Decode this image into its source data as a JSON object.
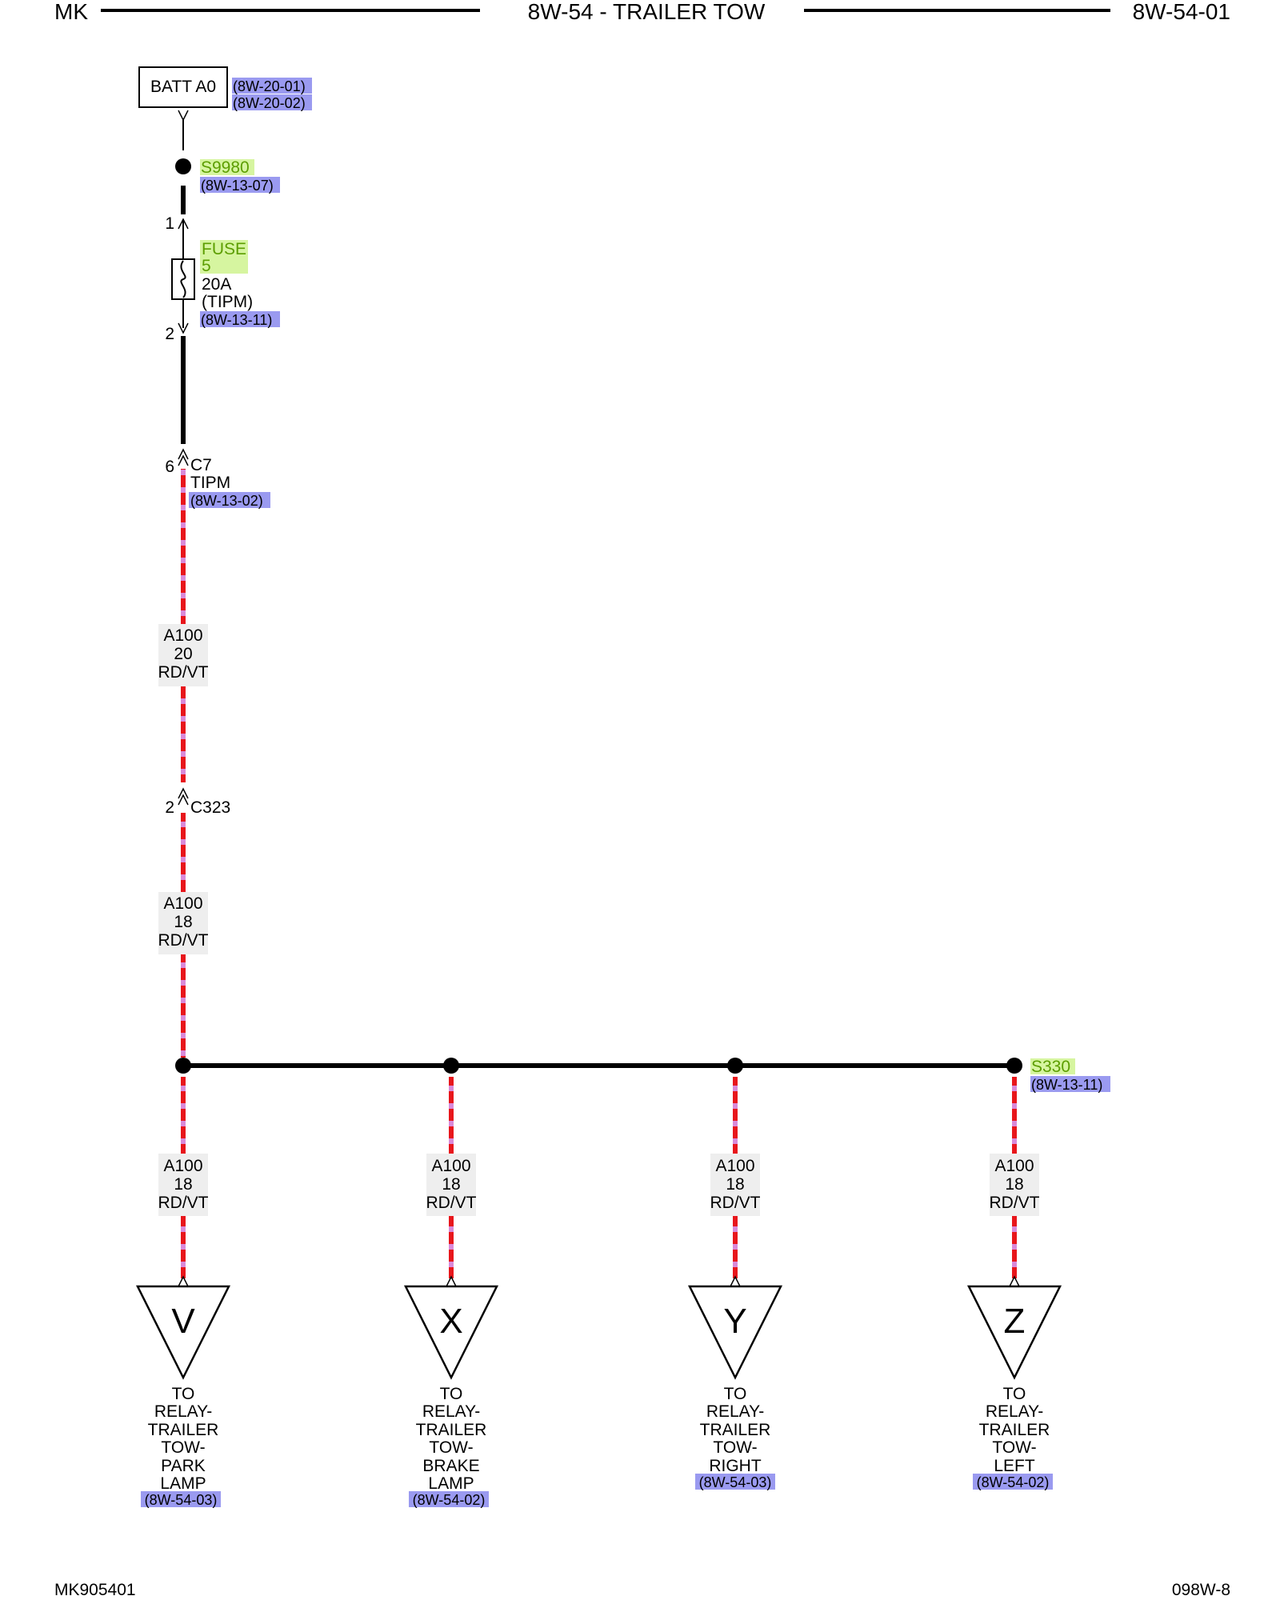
{
  "header": {
    "left": "MK",
    "title": "8W-54 - TRAILER TOW",
    "right": "8W-54-01"
  },
  "footer": {
    "left": "MK905401",
    "right": "098W-8"
  },
  "batt": {
    "label": "BATT A0",
    "ref1": "(8W-20-01)",
    "ref2": "(8W-20-02)"
  },
  "splice_top": {
    "id": "S9980",
    "ref": "(8W-13-07)"
  },
  "fuse": {
    "pin_in": "1",
    "pin_out": "2",
    "name": "FUSE",
    "number": "5",
    "rating": "20A",
    "location": "(TIPM)",
    "ref": "(8W-13-11)"
  },
  "c7": {
    "pin": "6",
    "connector": "C7",
    "module": "TIPM",
    "ref": "(8W-13-02)"
  },
  "wire1": {
    "circuit": "A100",
    "gauge": "20",
    "color": "RD/VT"
  },
  "c323": {
    "pin": "2",
    "connector": "C323"
  },
  "wire2": {
    "circuit": "A100",
    "gauge": "18",
    "color": "RD/VT"
  },
  "splice_bottom": {
    "id": "S330",
    "ref": "(8W-13-11)"
  },
  "branches": [
    {
      "circuit": "A100",
      "gauge": "18",
      "color": "RD/VT",
      "letter": "V",
      "dest": [
        "TO",
        "RELAY-",
        "TRAILER",
        "TOW-",
        "PARK",
        "LAMP"
      ],
      "ref": "(8W-54-03)"
    },
    {
      "circuit": "A100",
      "gauge": "18",
      "color": "RD/VT",
      "letter": "X",
      "dest": [
        "TO",
        "RELAY-",
        "TRAILER",
        "TOW-",
        "BRAKE",
        "LAMP"
      ],
      "ref": "(8W-54-02)"
    },
    {
      "circuit": "A100",
      "gauge": "18",
      "color": "RD/VT",
      "letter": "Y",
      "dest": [
        "TO",
        "RELAY-",
        "TRAILER",
        "TOW-",
        "RIGHT"
      ],
      "ref": "(8W-54-03)"
    },
    {
      "circuit": "A100",
      "gauge": "18",
      "color": "RD/VT",
      "letter": "Z",
      "dest": [
        "TO",
        "RELAY-",
        "TRAILER",
        "TOW-",
        "LEFT"
      ],
      "ref": "(8W-54-02)"
    }
  ],
  "colors": {
    "wire_red": "#e8161b",
    "wire_violet": "#d98ad9",
    "ref_highlight": "#9a9af0",
    "splice_highlight": "#d6f5a0",
    "splice_text": "#5c9e00",
    "label_bg": "#eeeeee"
  }
}
